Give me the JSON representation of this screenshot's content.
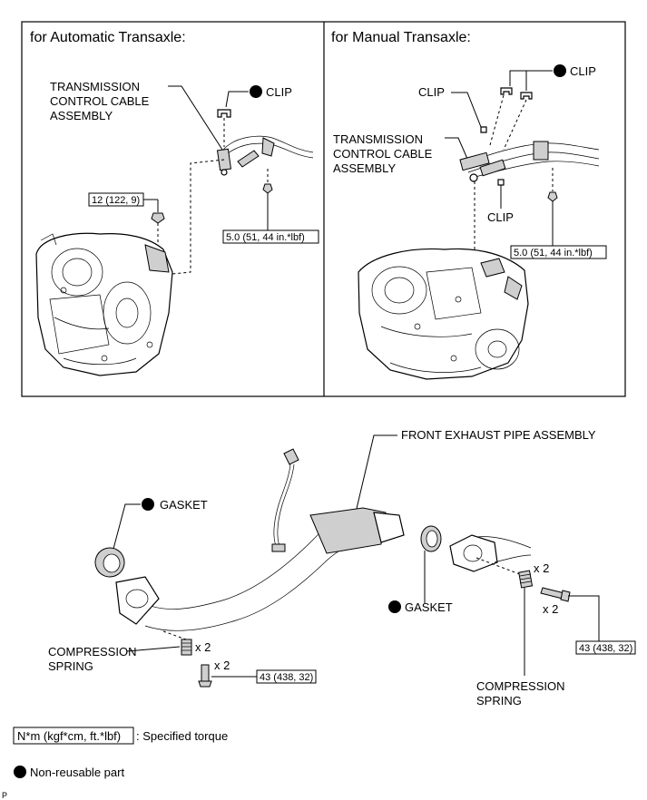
{
  "panels": {
    "automatic": {
      "title": "for Automatic Transaxle:",
      "cable_label": [
        "TRANSMISSION",
        "CONTROL CABLE",
        "ASSEMBLY"
      ],
      "clip_label": "CLIP",
      "torque_nut": "12 (122, 9)",
      "torque_bolt": "5.0 (51, 44 in.*lbf)"
    },
    "manual": {
      "title": "for Manual Transaxle:",
      "clip_top": "CLIP",
      "clip_left": "CLIP",
      "clip_bottom": "CLIP",
      "cable_label": [
        "TRANSMISSION",
        "CONTROL CABLE",
        "ASSEMBLY"
      ],
      "torque_bolt": "5.0 (51, 44 in.*lbf)"
    }
  },
  "exhaust": {
    "pipe_label": "FRONT EXHAUST PIPE ASSEMBLY",
    "gasket_left": "GASKET",
    "gasket_right": "GASKET",
    "spring_left": [
      "COMPRESSION",
      "SPRING"
    ],
    "spring_right": [
      "COMPRESSION",
      "SPRING"
    ],
    "qty_spring_left": "x 2",
    "qty_bolt_left": "x 2",
    "qty_spring_right": "x 2",
    "qty_bolt_right": "x 2",
    "torque_left": "43 (438, 32)",
    "torque_right": "43 (438, 32)"
  },
  "legend": {
    "torque_box": "N*m (kgf*cm, ft.*lbf)",
    "torque_text": ": Specified torque",
    "nonreusable_text": "Non-reusable part"
  },
  "corner_mark": "P"
}
